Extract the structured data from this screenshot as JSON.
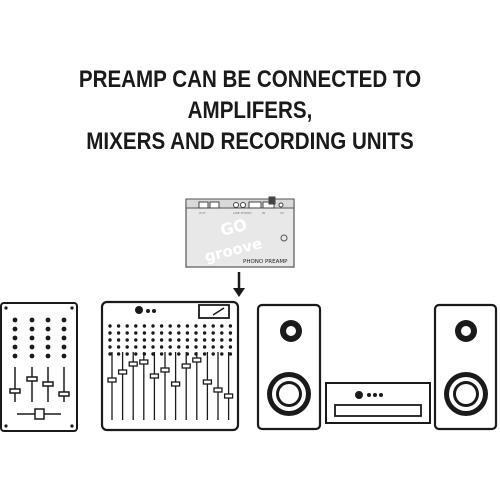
{
  "headline": {
    "line1": "PREAMP CAN BE CONNECTED TO AMPLIFERS,",
    "line2": "MIXERS AND RECORDING UNITS"
  },
  "preamp": {
    "brand_top": "GO",
    "brand_bottom": "groove",
    "model_label": "PHONO PREAMP"
  },
  "icons": {
    "connection": "arrow-down-icon"
  },
  "colors": {
    "ink": "#1a1a1a",
    "preamp_body": "#e8e8e8",
    "brand_logo": "#ffffff"
  }
}
